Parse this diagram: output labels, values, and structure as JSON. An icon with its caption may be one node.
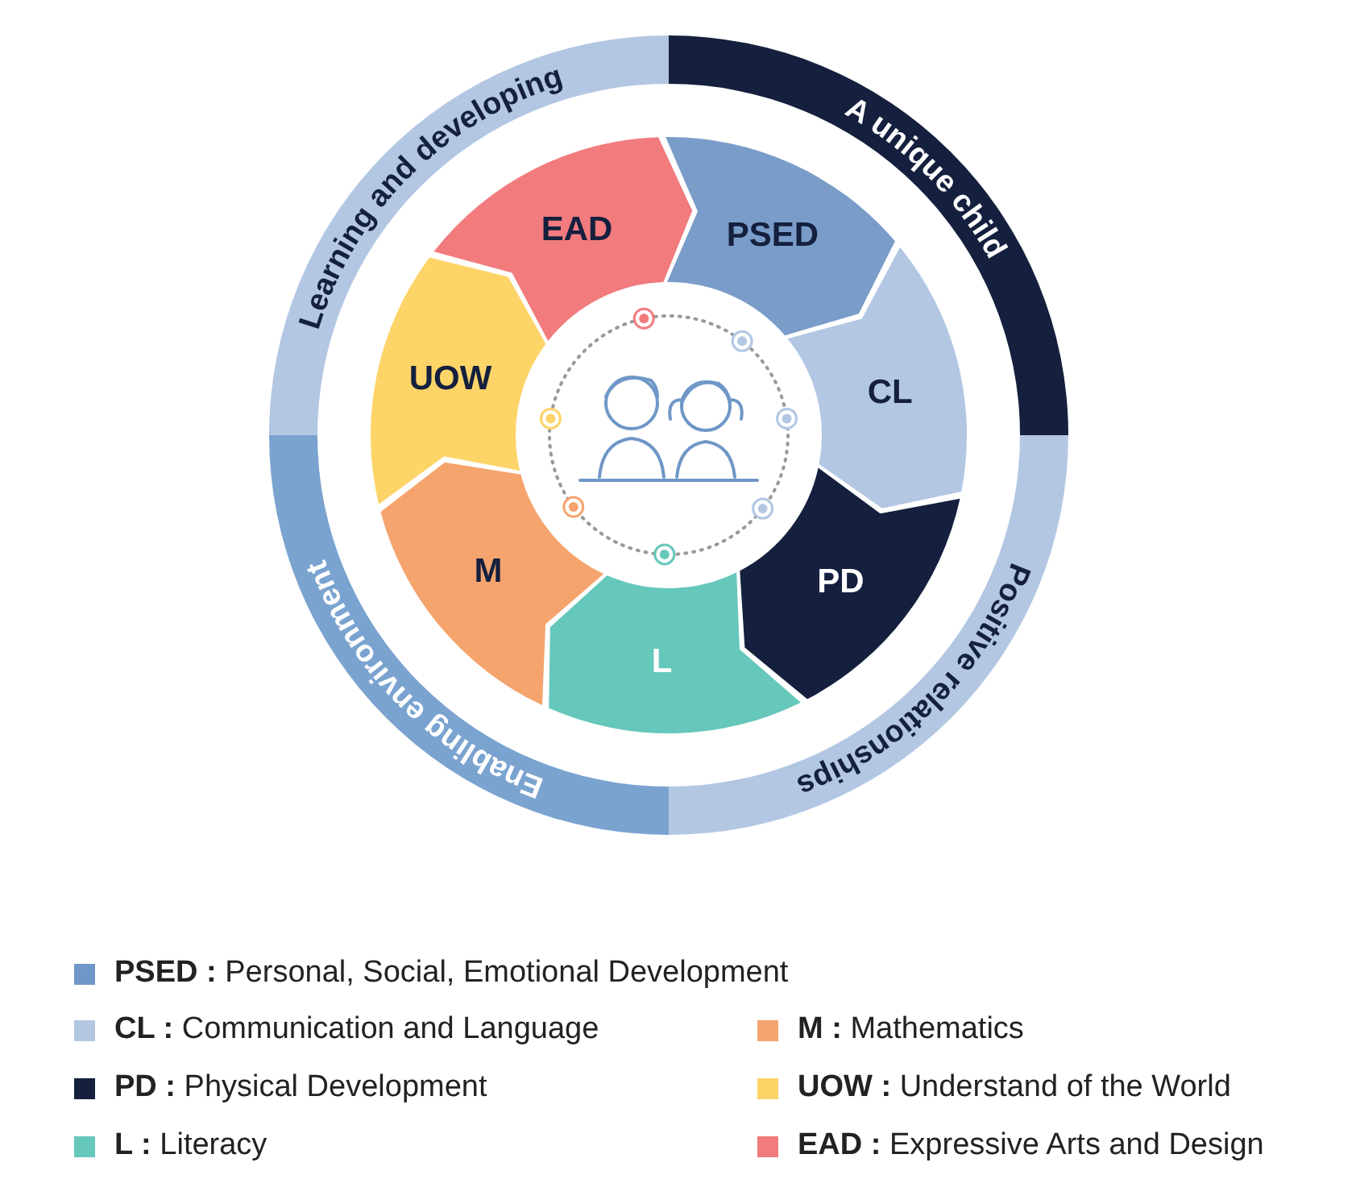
{
  "diagram": {
    "nodes": [
      {
        "text": [
          "Learning and developing"
        ]
      },
      {
        "text": [
          "A unique child"
        ]
      },
      {
        "text": [
          "Positive relationships"
        ]
      },
      {
        "text": [
          "Enabling environment"
        ]
      },
      {
        "text": [
          "EAD"
        ]
      },
      {
        "text": [
          "PSED"
        ]
      },
      {
        "text": [
          "CL"
        ]
      },
      {
        "text": [
          "PD"
        ]
      },
      {
        "text": [
          "L"
        ]
      },
      {
        "text": [
          "M"
        ]
      },
      {
        "text": [
          "UOW"
        ]
      }
    ],
    "legend": [
      {
        "text": "**PSED :** Personal, Social, Emotional Development",
        "color": "#6f97c7"
      },
      {
        "text": "**CL :** Communication and Language",
        "color": "#b3c7e3"
      },
      {
        "text": "**M :** Mathematics",
        "color": "#f5a46e"
      },
      {
        "text": "**PD :** Physical Development",
        "color": "#14203d"
      },
      {
        "text": "**UOW :** Understand of the World",
        "color": "#fdd468"
      },
      {
        "text": "**L :** Literacy",
        "color": "#66c7bb"
      },
      {
        "text": "**EAD :** Expressive Arts and Design",
        "color": "#f27b7e"
      }
    ]
  }
}
